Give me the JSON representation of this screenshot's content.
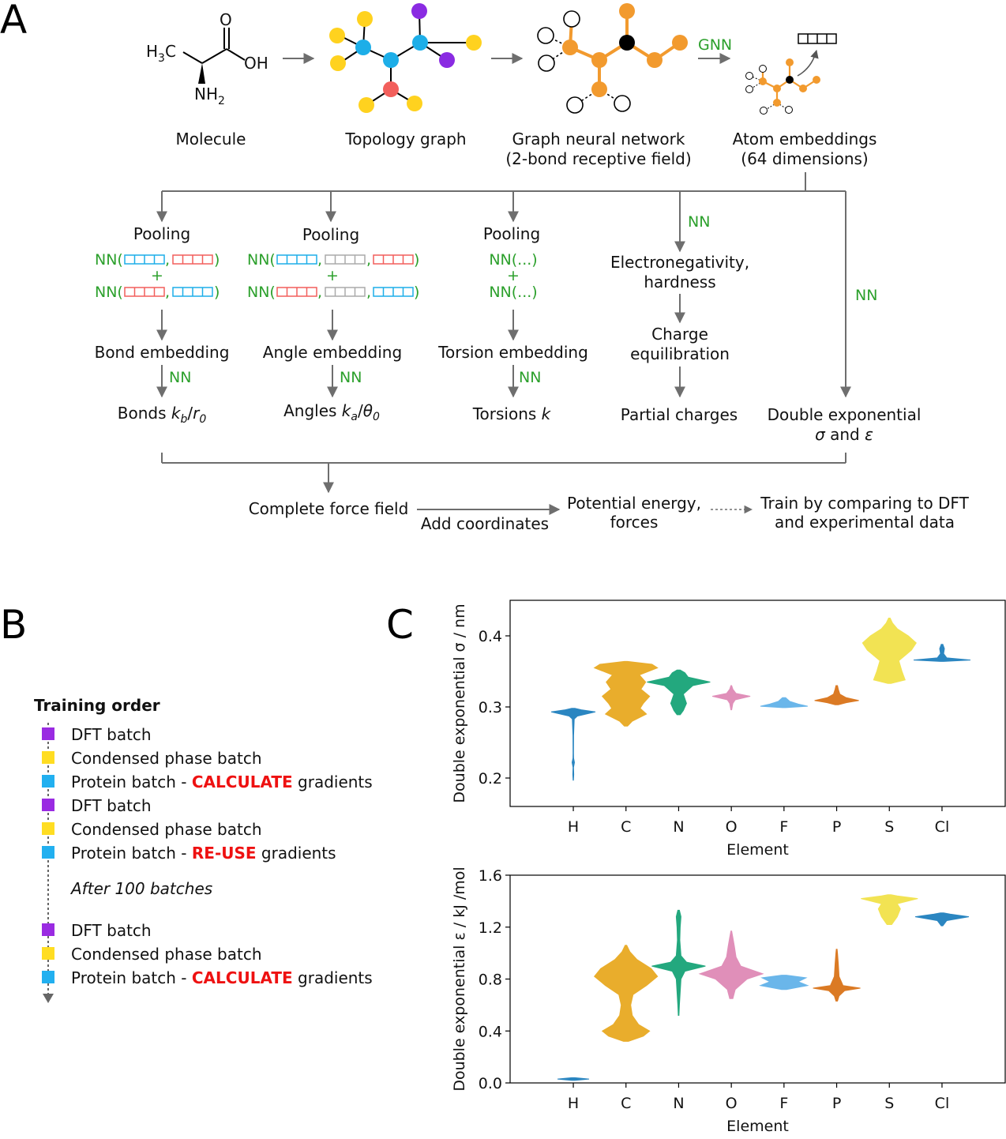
{
  "panels": {
    "a": "A",
    "b": "B",
    "c": "C"
  },
  "panel_a": {
    "molecule": {
      "ch3_h": "H",
      "ch3_sub": "3",
      "ch3_c": "C",
      "oh": "OH",
      "o": "O",
      "nh": "NH",
      "nh_sub": "2",
      "label": "Molecule"
    },
    "topology_label": "Topology graph",
    "gnn_label_1": "Graph neural network",
    "gnn_label_2": "(2-bond receptive field)",
    "gnn_arrow": "GNN",
    "embed_label_1": "Atom embeddings",
    "embed_label_2": "(64 dimensions)",
    "pooling": "Pooling",
    "nn": "NN",
    "nn_open": "NN(",
    "nn_close": ")",
    "comma": ",",
    "plus": "+",
    "nn_dots": "NN(...)",
    "bond_embedding": "Bond embedding",
    "angle_embedding": "Angle embedding",
    "torsion_embedding": "Torsion embedding",
    "electroneg_1": "Electronegativity,",
    "electroneg_2": "hardness",
    "charge_eq_1": "Charge",
    "charge_eq_2": "equilibration",
    "bonds_out": {
      "prefix": "Bonds ",
      "k": "k",
      "ksub": "b",
      "sep": "/",
      "r": "r",
      "rsub": "0"
    },
    "angles_out": {
      "prefix": "Angles ",
      "k": "k",
      "ksub": "a",
      "sep": "/",
      "th": "θ",
      "thsub": "0"
    },
    "torsions_out": {
      "prefix": "Torsions ",
      "k": "k"
    },
    "partial_charges": "Partial charges",
    "double_exp_1": "Double exponential",
    "double_exp_2": {
      "s": "σ",
      "and": " and ",
      "e": "ε"
    },
    "complete_ff": "Complete force field",
    "add_coords": "Add coordinates",
    "potential_1": "Potential energy,",
    "potential_2": "forces",
    "train_1": "Train by comparing to DFT",
    "train_2": "and experimental data"
  },
  "panel_b": {
    "title": "Training order",
    "after": "After 100 batches",
    "items_top": [
      {
        "color": "#9a2be2",
        "pre": "DFT batch",
        "hl": "",
        "post": ""
      },
      {
        "color": "#ffdd22",
        "pre": "Condensed phase batch",
        "hl": "",
        "post": ""
      },
      {
        "color": "#22b0f0",
        "pre": "Protein batch - ",
        "hl": "CALCULATE",
        "post": " gradients"
      },
      {
        "color": "#9a2be2",
        "pre": "DFT batch",
        "hl": "",
        "post": ""
      },
      {
        "color": "#ffdd22",
        "pre": "Condensed phase batch",
        "hl": "",
        "post": ""
      },
      {
        "color": "#22b0f0",
        "pre": "Protein batch - ",
        "hl": "RE-USE",
        "post": " gradients"
      }
    ],
    "items_bottom": [
      {
        "color": "#9a2be2",
        "pre": "DFT batch",
        "hl": "",
        "post": ""
      },
      {
        "color": "#ffdd22",
        "pre": "Condensed phase batch",
        "hl": "",
        "post": ""
      },
      {
        "color": "#22b0f0",
        "pre": "Protein batch - ",
        "hl": "CALCULATE",
        "post": " gradients"
      }
    ],
    "highlight_color": "#ee1111"
  },
  "chart_data": [
    {
      "type": "violin",
      "title": "",
      "xlabel": "Element",
      "ylabel": "Double exponential σ / nm",
      "categories": [
        "H",
        "C",
        "N",
        "O",
        "F",
        "P",
        "S",
        "Cl"
      ],
      "ylim": [
        0.16,
        0.45
      ],
      "yticks": [
        0.2,
        0.3,
        0.4
      ],
      "ytick_labels": [
        "0.2",
        "0.3",
        "0.4"
      ],
      "series": [
        {
          "category": "H",
          "color": "#2b86c1",
          "profile": [
            [
              0.197,
              0.2
            ],
            [
              0.205,
              0.6
            ],
            [
              0.215,
              0.3
            ],
            [
              0.222,
              1.5
            ],
            [
              0.228,
              0.4
            ],
            [
              0.235,
              0.3
            ],
            [
              0.26,
              0.4
            ],
            [
              0.283,
              1.2
            ],
            [
              0.287,
              5
            ],
            [
              0.291,
              20
            ],
            [
              0.293,
              28
            ],
            [
              0.296,
              10
            ],
            [
              0.298,
              2
            ]
          ]
        },
        {
          "category": "C",
          "color": "#e9ad2c",
          "profile": [
            [
              0.273,
              2
            ],
            [
              0.28,
              8
            ],
            [
              0.29,
              26
            ],
            [
              0.298,
              18
            ],
            [
              0.305,
              22
            ],
            [
              0.315,
              30
            ],
            [
              0.325,
              19
            ],
            [
              0.335,
              25
            ],
            [
              0.345,
              17
            ],
            [
              0.355,
              40
            ],
            [
              0.36,
              33
            ],
            [
              0.364,
              2
            ]
          ]
        },
        {
          "category": "N",
          "color": "#23a87e",
          "profile": [
            [
              0.289,
              2
            ],
            [
              0.295,
              6
            ],
            [
              0.305,
              10
            ],
            [
              0.318,
              6
            ],
            [
              0.33,
              18
            ],
            [
              0.335,
              40
            ],
            [
              0.342,
              12
            ],
            [
              0.348,
              8
            ],
            [
              0.352,
              2
            ]
          ]
        },
        {
          "category": "O",
          "color": "#e08fb9",
          "profile": [
            [
              0.296,
              0.5
            ],
            [
              0.305,
              2
            ],
            [
              0.31,
              5
            ],
            [
              0.315,
              24
            ],
            [
              0.319,
              6
            ],
            [
              0.325,
              2
            ],
            [
              0.33,
              0.5
            ]
          ]
        },
        {
          "category": "F",
          "color": "#6ab6ea",
          "profile": [
            [
              0.299,
              2
            ],
            [
              0.301,
              30
            ],
            [
              0.304,
              18
            ],
            [
              0.308,
              7
            ],
            [
              0.313,
              2
            ]
          ]
        },
        {
          "category": "P",
          "color": "#db7a24",
          "profile": [
            [
              0.303,
              2
            ],
            [
              0.306,
              12
            ],
            [
              0.309,
              28
            ],
            [
              0.313,
              12
            ],
            [
              0.318,
              4
            ],
            [
              0.325,
              2
            ],
            [
              0.33,
              1
            ]
          ]
        },
        {
          "category": "S",
          "color": "#f2e353",
          "profile": [
            [
              0.333,
              2
            ],
            [
              0.338,
              20
            ],
            [
              0.35,
              16
            ],
            [
              0.365,
              12
            ],
            [
              0.38,
              28
            ],
            [
              0.39,
              34
            ],
            [
              0.4,
              24
            ],
            [
              0.41,
              10
            ],
            [
              0.418,
              4
            ],
            [
              0.425,
              1
            ]
          ]
        },
        {
          "category": "Cl",
          "color": "#2b86c1",
          "profile": [
            [
              0.364,
              2
            ],
            [
              0.366,
              36
            ],
            [
              0.369,
              6
            ],
            [
              0.375,
              2
            ],
            [
              0.382,
              3
            ],
            [
              0.388,
              1
            ]
          ]
        }
      ]
    },
    {
      "type": "violin",
      "title": "",
      "xlabel": "Element",
      "ylabel": "Double exponential ε / kJ /mol",
      "categories": [
        "H",
        "C",
        "N",
        "O",
        "F",
        "P",
        "S",
        "Cl"
      ],
      "ylim": [
        0.0,
        1.6
      ],
      "yticks": [
        0.0,
        0.4,
        0.8,
        1.2,
        1.6
      ],
      "ytick_labels": [
        "0.0",
        "0.4",
        "0.8",
        "1.2",
        "1.6"
      ],
      "series": [
        {
          "category": "H",
          "color": "#2b86c1",
          "profile": [
            [
              0.02,
              2
            ],
            [
              0.03,
              20
            ],
            [
              0.04,
              2
            ]
          ]
        },
        {
          "category": "C",
          "color": "#e9ad2c",
          "profile": [
            [
              0.32,
              3
            ],
            [
              0.36,
              22
            ],
            [
              0.4,
              30
            ],
            [
              0.45,
              16
            ],
            [
              0.52,
              8
            ],
            [
              0.6,
              6
            ],
            [
              0.68,
              9
            ],
            [
              0.75,
              26
            ],
            [
              0.82,
              40
            ],
            [
              0.88,
              32
            ],
            [
              0.95,
              14
            ],
            [
              1.01,
              5
            ],
            [
              1.06,
              1
            ]
          ]
        },
        {
          "category": "N",
          "color": "#23a87e",
          "profile": [
            [
              0.52,
              0.4
            ],
            [
              0.6,
              1
            ],
            [
              0.8,
              3
            ],
            [
              0.86,
              8
            ],
            [
              0.9,
              34
            ],
            [
              0.93,
              10
            ],
            [
              0.98,
              3
            ],
            [
              1.1,
              1.5
            ],
            [
              1.2,
              2
            ],
            [
              1.28,
              3
            ],
            [
              1.33,
              1
            ]
          ]
        },
        {
          "category": "O",
          "color": "#e08fb9",
          "profile": [
            [
              0.65,
              2
            ],
            [
              0.72,
              5
            ],
            [
              0.8,
              20
            ],
            [
              0.84,
              40
            ],
            [
              0.9,
              12
            ],
            [
              0.97,
              6
            ],
            [
              1.05,
              4
            ],
            [
              1.12,
              2
            ],
            [
              1.17,
              0.5
            ]
          ]
        },
        {
          "category": "F",
          "color": "#6ab6ea",
          "profile": [
            [
              0.72,
              3
            ],
            [
              0.75,
              30
            ],
            [
              0.78,
              18
            ],
            [
              0.81,
              28
            ],
            [
              0.83,
              3
            ]
          ]
        },
        {
          "category": "P",
          "color": "#db7a24",
          "profile": [
            [
              0.63,
              1
            ],
            [
              0.67,
              3
            ],
            [
              0.71,
              10
            ],
            [
              0.73,
              30
            ],
            [
              0.75,
              8
            ],
            [
              0.82,
              3
            ],
            [
              0.92,
              2
            ],
            [
              1.0,
              1
            ],
            [
              1.03,
              0.5
            ]
          ]
        },
        {
          "category": "S",
          "color": "#f2e353",
          "profile": [
            [
              1.22,
              3
            ],
            [
              1.28,
              10
            ],
            [
              1.34,
              14
            ],
            [
              1.38,
              10
            ],
            [
              1.42,
              36
            ],
            [
              1.44,
              10
            ],
            [
              1.45,
              2
            ]
          ]
        },
        {
          "category": "Cl",
          "color": "#2b86c1",
          "profile": [
            [
              1.21,
              1
            ],
            [
              1.25,
              6
            ],
            [
              1.28,
              34
            ],
            [
              1.3,
              10
            ],
            [
              1.31,
              2
            ]
          ]
        }
      ]
    }
  ]
}
